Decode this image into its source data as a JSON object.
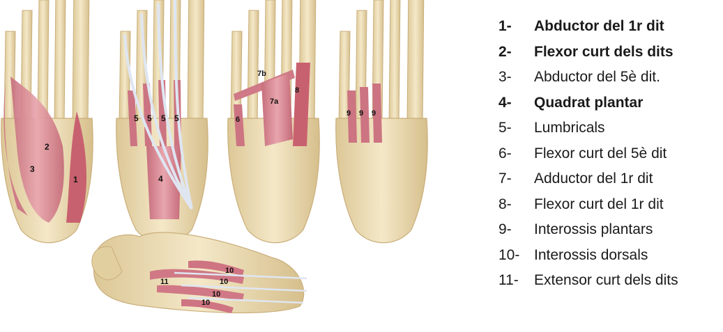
{
  "diagram_labels": {
    "view1": [
      "2",
      "3",
      "1"
    ],
    "view2": [
      "5",
      "5",
      "5",
      "5",
      "4"
    ],
    "view3": [
      "7b",
      "7a",
      "8",
      "6"
    ],
    "view4": [
      "9",
      "9",
      "9"
    ],
    "view5": [
      "10",
      "11",
      "10",
      "10",
      "10"
    ]
  },
  "legend": [
    {
      "number": "1-",
      "name": "Abductor del 1r dit",
      "bold": true
    },
    {
      "number": "2-",
      "name": "Flexor curt dels dits",
      "bold": true
    },
    {
      "number": "3-",
      "name": "Abductor del 5è dit.",
      "bold": false
    },
    {
      "number": "4-",
      "name": "Quadrat plantar",
      "bold": true
    },
    {
      "number": "5-",
      "name": "Lumbricals",
      "bold": false
    },
    {
      "number": "6-",
      "name": "Flexor curt del 5è dit",
      "bold": false
    },
    {
      "number": "7-",
      "name": "Adductor del 1r dit",
      "bold": false
    },
    {
      "number": "8-",
      "name": "Flexor curt del 1r dit",
      "bold": false
    },
    {
      "number": "9-",
      "name": "Interossis plantars",
      "bold": false
    },
    {
      "number": "10-",
      "name": "Interossis dorsals",
      "bold": false
    },
    {
      "number": "11-",
      "name": "Extensor curt dels dits",
      "bold": false
    }
  ],
  "colors": {
    "bone": "#ecdcb4",
    "bone_shade": "#c9ae7a",
    "muscle": "#d9838f",
    "muscle_dark": "#b85e6c",
    "tendon": "#dfe6f2"
  }
}
